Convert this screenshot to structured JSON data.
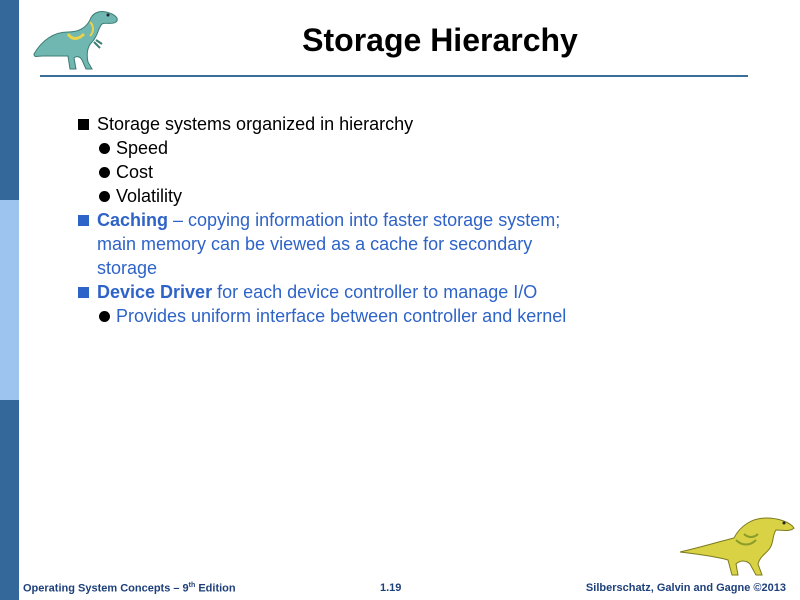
{
  "slide": {
    "title": "Storage Hierarchy",
    "bullets": [
      {
        "text": "Storage systems organized in hierarchy"
      },
      {
        "text": "Speed"
      },
      {
        "text": "Cost"
      },
      {
        "text": "Volatility"
      },
      {
        "keyword": "Caching",
        "line1": " – copying information into faster storage system;",
        "line2": "main memory can be viewed as a cache for secondary",
        "line3": "storage"
      },
      {
        "keyword": "Device Driver",
        "text": " for each device controller to manage I/O"
      },
      {
        "text": "Provides uniform interface between controller and kernel"
      }
    ],
    "colors": {
      "accent_blue": "#2e63c8",
      "sidebar": "#34679a",
      "sidebar_light": "#9cc4ee"
    }
  },
  "footer": {
    "left": "Operating System Concepts – 9",
    "left_sup": "th",
    "left_suffix": " Edition",
    "center": "1.19",
    "right": "Silberschatz, Galvin and Gagne ©2013"
  },
  "icons": {
    "logo": "dinosaur-icon",
    "corner": "dinosaur-icon"
  }
}
